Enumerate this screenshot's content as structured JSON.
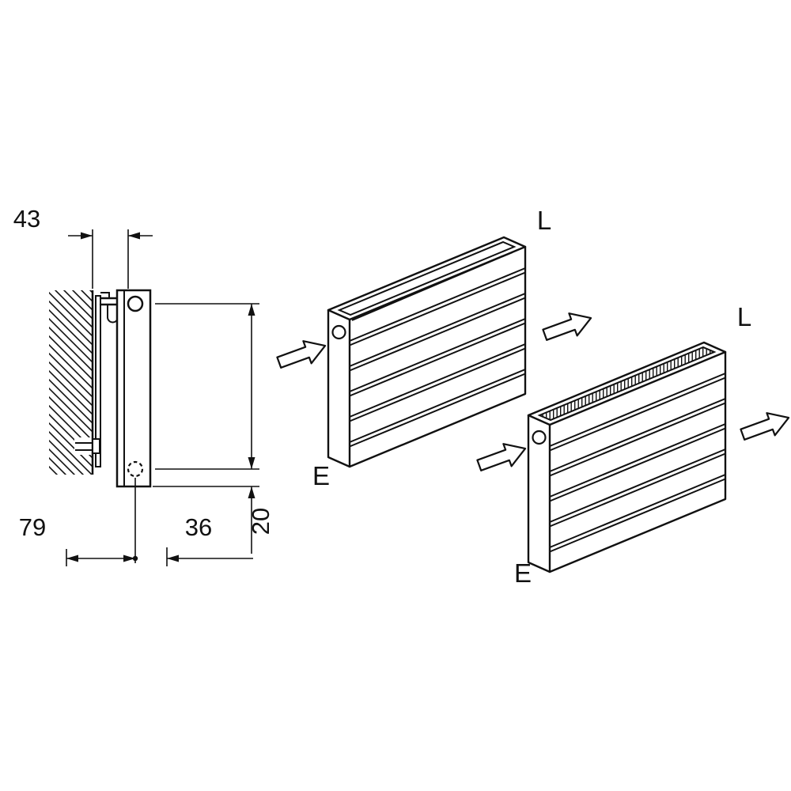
{
  "diagram": {
    "side_view": {
      "dim_wall_clearance": "43",
      "dim_wall_to_pipe": "79",
      "dim_pipe_offset": "36",
      "dim_bottom_offset": "20"
    },
    "radiators": [
      {
        "outlet_label": "L",
        "inlet_label": "E"
      },
      {
        "outlet_label": "L",
        "inlet_label": "E"
      }
    ]
  },
  "colors": {
    "line": "#111111",
    "background": "#ffffff"
  }
}
